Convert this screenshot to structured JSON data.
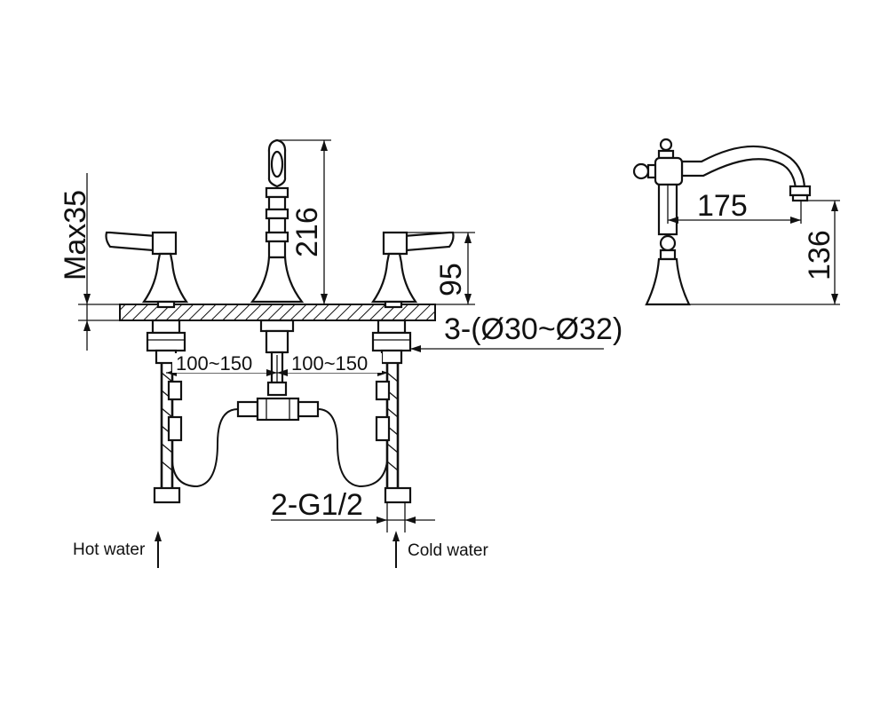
{
  "dimensions": {
    "deck_thickness": "Max35",
    "spout_height": "216",
    "handle_height": "95",
    "hole_diameter": "3-(Ø30~Ø32)",
    "left_spacing": "100~150",
    "right_spacing": "100~150",
    "connection": "2-G1/2",
    "spout_reach": "175",
    "spout_outlet_height": "136"
  },
  "labels": {
    "hot_water": "Hot water",
    "cold_water": "Cold water"
  },
  "colors": {
    "line": "#111111",
    "background": "#ffffff"
  }
}
